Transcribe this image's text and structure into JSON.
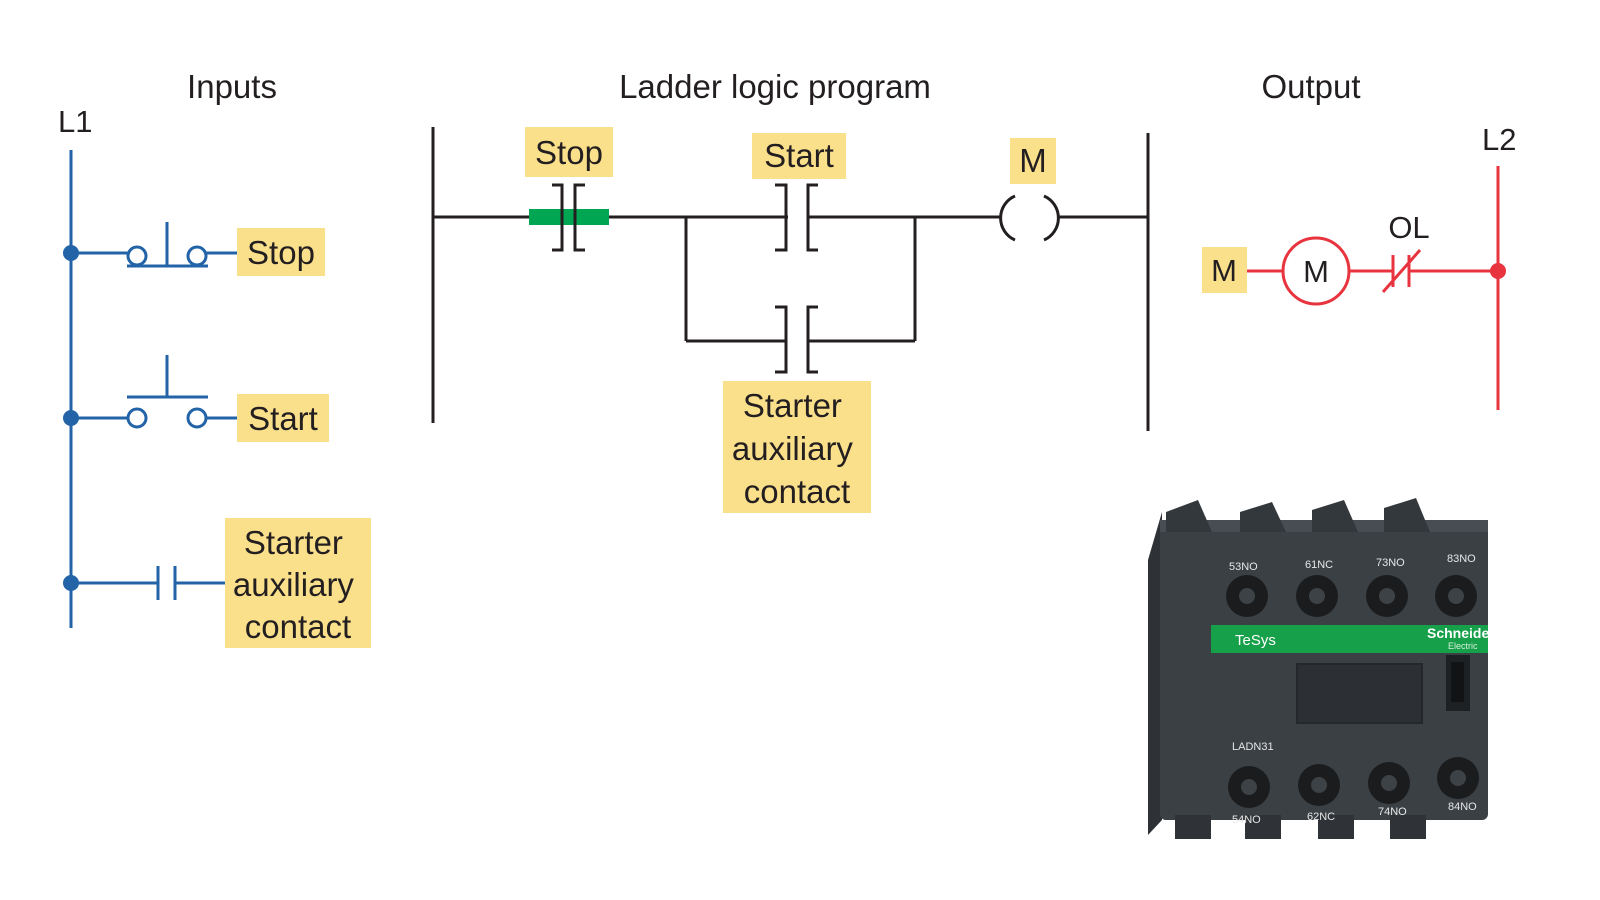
{
  "headings": {
    "inputs": "Inputs",
    "ladder": "Ladder logic program",
    "output": "Output"
  },
  "rails": {
    "left": "L1",
    "right": "L2"
  },
  "inputs": {
    "stop": "Stop",
    "start": "Start",
    "aux": [
      "Starter",
      "auxiliary",
      "contact"
    ]
  },
  "ladder": {
    "stop": "Stop",
    "start": "Start",
    "coil": "M",
    "aux": [
      "Starter",
      "auxiliary",
      "contact"
    ]
  },
  "output": {
    "tag": "M",
    "motor": "M",
    "overload": "OL"
  },
  "device": {
    "top_terminals": [
      "53NO",
      "61NC",
      "73NO",
      "83NO"
    ],
    "bottom_terminals": [
      "54NO",
      "62NC",
      "74NO",
      "84NO"
    ],
    "series": "TeSys",
    "brand": "Schneider",
    "brand_sub": "Electric",
    "model": "LADN31"
  },
  "colors": {
    "input_wiring": "#2363a8",
    "ladder_wiring": "#231f20",
    "output_wiring": "#e8343e",
    "label_highlight": "#fbe08c",
    "energized_contact": "#00a651",
    "device_band": "#16a04a"
  }
}
